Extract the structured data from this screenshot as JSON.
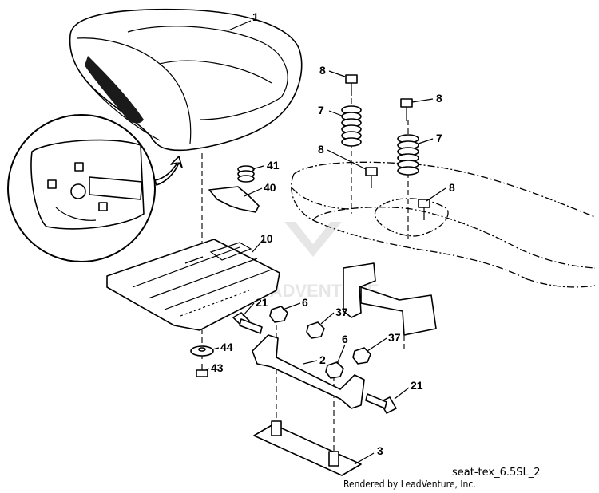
{
  "diagram": {
    "callouts": [
      {
        "id": "c1",
        "label": "1"
      },
      {
        "id": "c8a",
        "label": "8"
      },
      {
        "id": "c7a",
        "label": "7"
      },
      {
        "id": "c8b",
        "label": "8"
      },
      {
        "id": "c7b",
        "label": "7"
      },
      {
        "id": "c8c",
        "label": "8"
      },
      {
        "id": "c8d",
        "label": "8"
      },
      {
        "id": "c41",
        "label": "41"
      },
      {
        "id": "c40",
        "label": "40"
      },
      {
        "id": "c10",
        "label": "10"
      },
      {
        "id": "c21a",
        "label": "21"
      },
      {
        "id": "c6a",
        "label": "6"
      },
      {
        "id": "c37a",
        "label": "37"
      },
      {
        "id": "c44",
        "label": "44"
      },
      {
        "id": "c43",
        "label": "43"
      },
      {
        "id": "c2",
        "label": "2"
      },
      {
        "id": "c6b",
        "label": "6"
      },
      {
        "id": "c37b",
        "label": "37"
      },
      {
        "id": "c21b",
        "label": "21"
      },
      {
        "id": "c3",
        "label": "3"
      }
    ],
    "reference_code": "seat-tex_6.5SL_2",
    "credit": "Rendered by LeadVenture, Inc.",
    "watermark": "LEADVENTURE"
  }
}
